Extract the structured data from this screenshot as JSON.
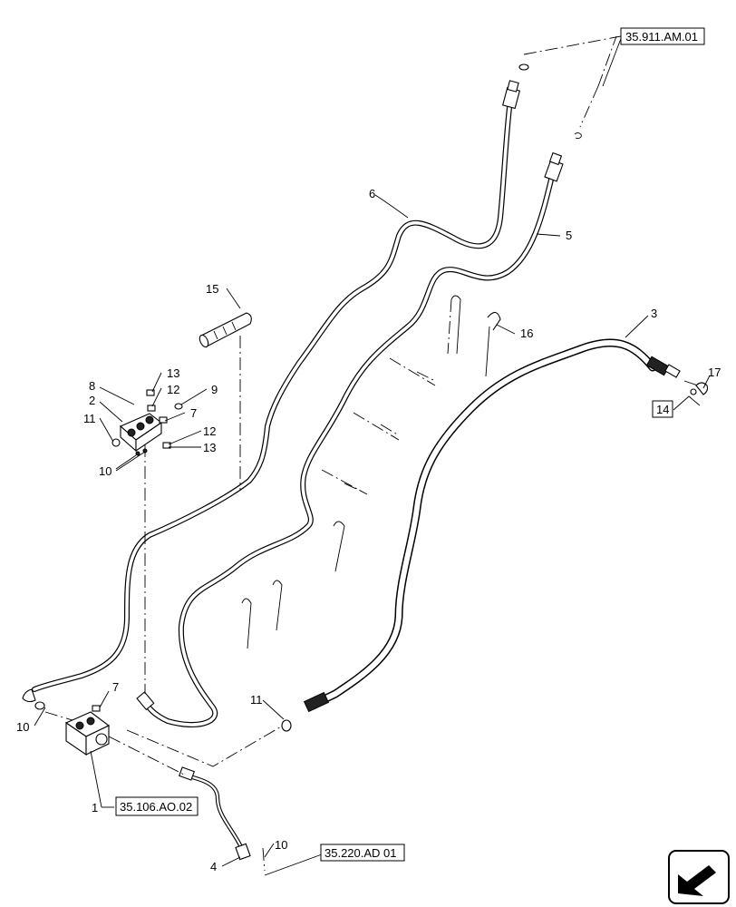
{
  "callouts": {
    "n1": "1",
    "n2": "2",
    "n3": "3",
    "n4": "4",
    "n5": "5",
    "n6": "6",
    "n7a": "7",
    "n7b": "7",
    "n8": "8",
    "n9": "9",
    "n10a": "10",
    "n10b": "10",
    "n10c": "10",
    "n11a": "11",
    "n11b": "11",
    "n12a": "12",
    "n12b": "12",
    "n13a": "13",
    "n13b": "13",
    "n14": "14",
    "n15": "15",
    "n16": "16",
    "n17": "17"
  },
  "references": {
    "ref_top": "35.911.AM.01",
    "ref_valve": "35.106.AO.02",
    "ref_bottom": "35.220.AD 01"
  },
  "icons": {
    "corner": "orientation-arrow-icon"
  }
}
